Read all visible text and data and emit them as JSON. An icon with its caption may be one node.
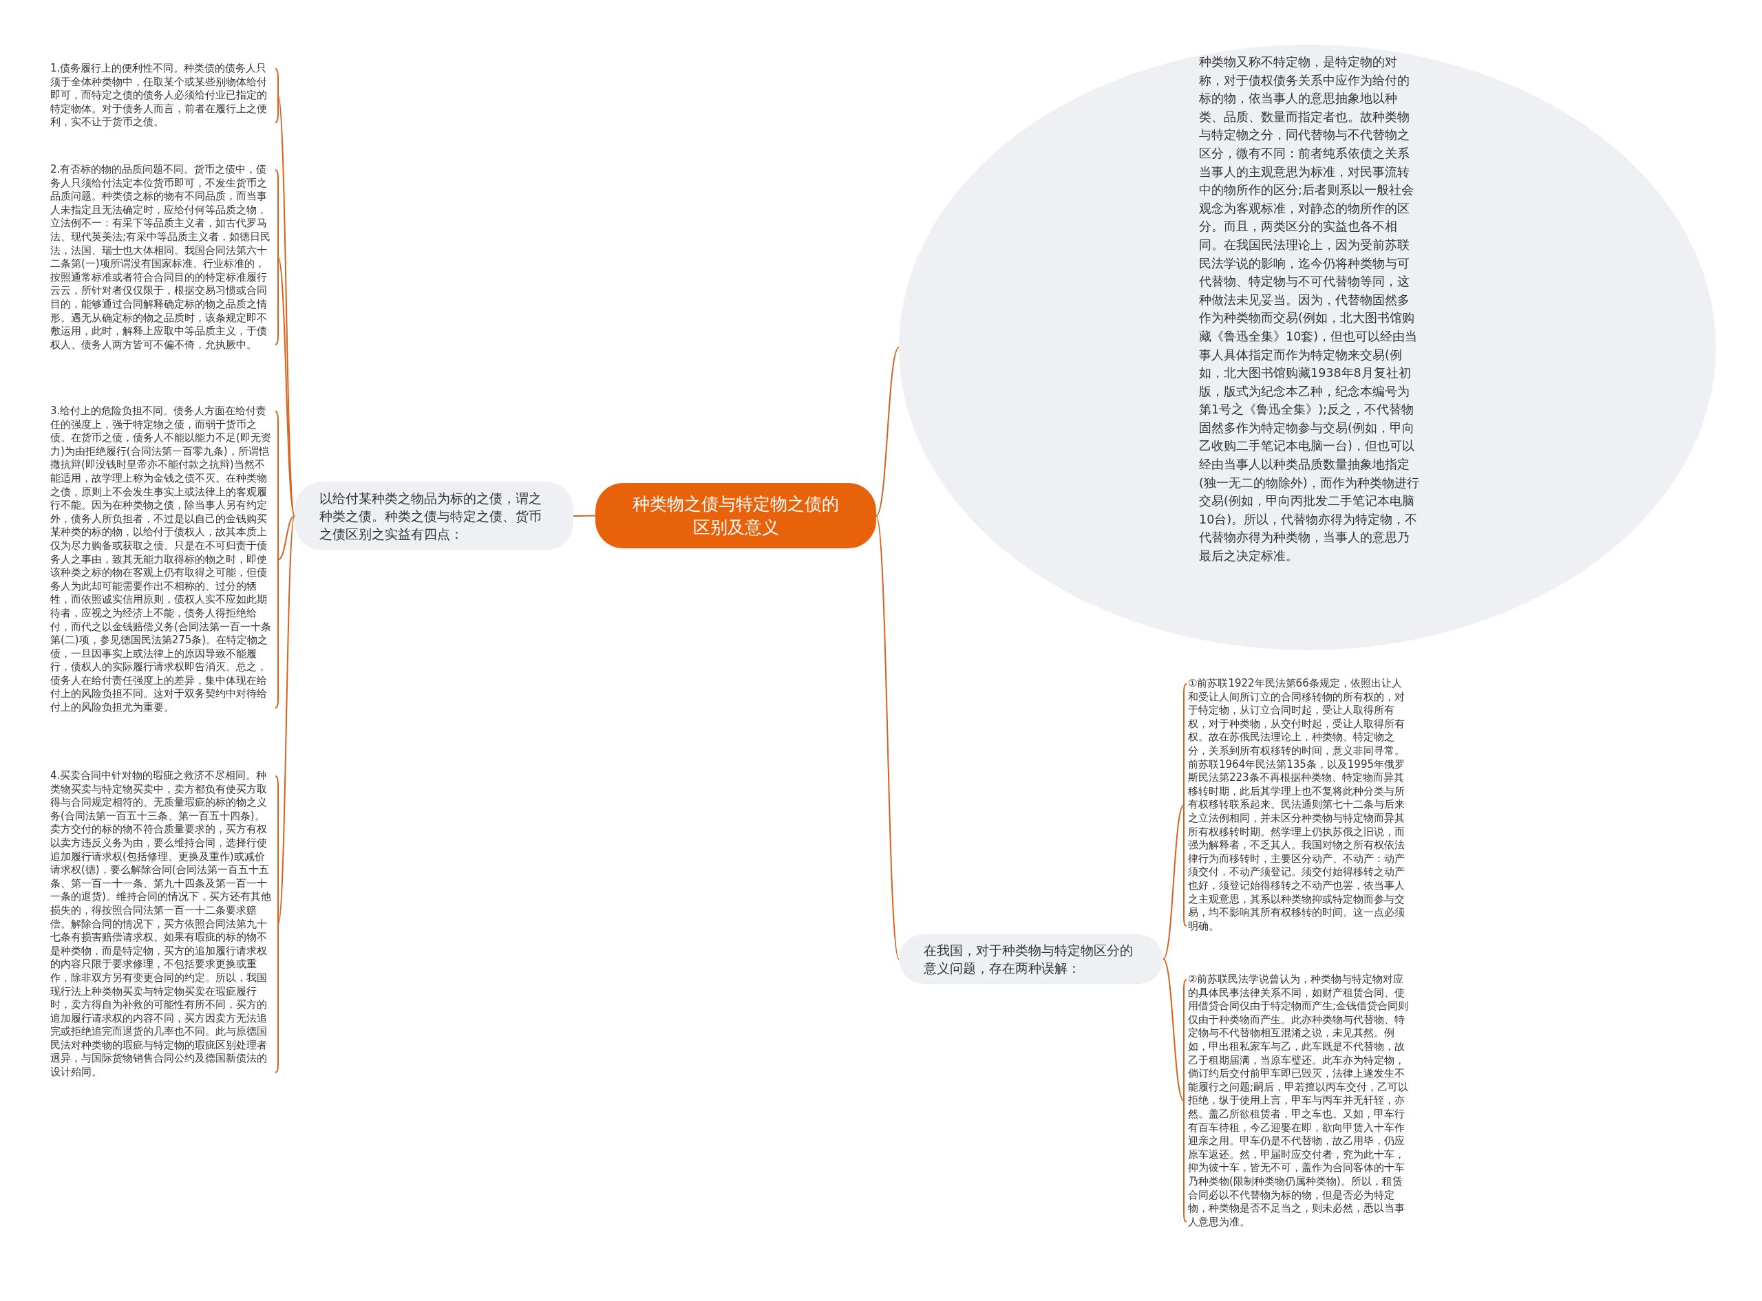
{
  "diagram": {
    "nodes": [
      {
        "text": [
          "种类物之债与特定物之债的区别及意义"
        ]
      },
      {
        "text": [
          "以给付某种类之物品为标的之债，谓之种类之债。种类之债与特定之债、货币之债区别之实益有四点："
        ]
      },
      {
        "text": [
          "1.债务履行上的便利性不同。种类债的债务人只须于全体种类物中，任取某个或某些别物体给付即可，而特定之债的债务人必须给付业已指定的特定物体。对于债务人而言，前者在履行上之便利，实不让于货币之债。"
        ]
      },
      {
        "text": [
          "2.有否标的物的品质问题不同。货币之债中，债务人只须给付法定本位货币即可，不发生货币之品质问题。种类债之标的物有不同品质，而当事人未指定且无法确定时，应给付何等品质之物，立法例不一：有采下等品质主义者，如古代罗马法、现代英美法;有采中等品质主义者，如德日民法，法国、瑞士也大体相同。我国合同法第六十二条第(一)项所谓没有国家标准、行业标准的，按照通常标准或者符合合同目的的特定标准履行云云，所针对者仅仅限于，根据交易习惯或合同目的，能够通过合同解释确定标的物之品质之情形。遇无从确定标的物之品质时，该条规定即不敷运用，此时，解释上应取中等品质主义，于债权人、债务人两方皆可不偏不倚，允执厥中。"
        ]
      },
      {
        "text": [
          "3.给付上的危险负担不同。债务人方面在给付责任的强度上，强于特定物之债，而弱于货币之债。在货币之债，债务人不能以能力不足(即无资力)为由拒绝履行(合同法第一百零九条)，所谓恺撒抗辩(即没钱时皇帝亦不能付款之抗辩)当然不能适用，故学理上称为金钱之债不灭。在种类物之债，原则上不会发生事实上或法律上的客观履行不能。因为在种类物之债，除当事人另有约定外，债务人所负担者，不过是以自己的金钱购买某种类的标的物，以给付于债权人，故其本质上仅为尽力购备或获取之债。只是在不可归责于债务人之事由，致其无能力取得标的物之时，即使该种类之标的物在客观上仍有取得之可能，但债务人为此却可能需要作出不相称的、过分的牺牲，而依照诚实信用原则，债权人实不应如此期待者，应视之为经济上不能，债务人得拒绝给付，而代之以金钱赔偿义务(合同法第一百一十条第(二)项，参见德国民法第275条)。在特定物之债，一旦因事实上或法律上的原因导致不能履行，债权人的实际履行请求权即告消灭。总之，债务人在给付责任强度上的差异，集中体现在给付上的风险负担不同。这对于双务契约中对待给付上的风险负担尤为重要。"
        ]
      },
      {
        "text": [
          "4.买卖合同中针对物的瑕疵之救济不尽相同。种类物买卖与特定物买卖中，卖方都负有使买方取得与合同规定相符的、无质量瑕疵的标的物之义务(合同法第一百五十三条、第一百五十四条)。卖方交付的标的物不符合质量要求的，买方有权以卖方违反义务为由，要么维持合同，选择行使追加履行请求权(包括修理、更换及重作)或减价请求权(德)，要么解除合同(合同法第一百五十五条、第一百一十一条、第九十四条及第一百一十一条的退货)。维持合同的情况下，买方还有其他损失的，得按照合同法第一百一十二条要求赔偿。解除合同的情况下，买方依照合同法第九十七条有损害赔偿请求权。如果有瑕疵的标的物不是种类物，而是特定物，买方的追加履行请求权的内容只限于要求修理，不包括要求更换或重作，除非双方另有变更合同的约定。所以，我国现行法上种类物买卖与特定物买卖在瑕疵履行时，卖方得自为补救的可能性有所不同，买方的追加履行请求权的内容不同，买方因卖方无法追完或拒绝追完而退货的几率也不同。此与原德国民法对种类物的瑕疵与特定物的瑕疵区别处理者迥异，与国际货物销售合同公约及德国新债法的设计殆同。"
        ]
      },
      {
        "text": [
          "种类物又称不特定物，是特定物的对称，对于债权债务关系中应作为给付的标的物，依当事人的意思抽象地以种类、品质、数量而指定者也。故种类物与特定物之分，同代替物与不代替物之区分，微有不同：前者纯系依债之关系当事人的主观意思为标准，对民事流转中的物所作的区分;后者则系以一般社会观念为客观标准，对静态的物所作的区分。而且，两类区分的实益也各不相同。在我国民法理论上，因为受前苏联民法学说的影响，迄今仍将种类物与可代替物、特定物与不可代替物等同，这种做法未见妥当。因为，代替物固然多作为种类物而交易(例如，北大图书馆购藏《鲁迅全集》10套)，但也可以经由当事人具体指定而作为特定物来交易(例如，北大图书馆购藏1938年8月复社初版，版式为纪念本乙种，纪念本编号为第1号之《鲁迅全集》);反之，不代替物固然多作为特定物参与交易(例如，甲向乙收购二手笔记本电脑一台)，但也可以经由当事人以种类品质数量抽象地指定(独一无二的物除外)，而作为种类物进行交易(例如，甲向丙批发二手笔记本电脑10台)。所以，代替物亦得为特定物，不代替物亦得为种类物，当事人的意思乃最后之决定标准。"
        ]
      },
      {
        "text": [
          "在我国，对于种类物与特定物区分的意义问题，存在两种误解："
        ]
      },
      {
        "text": [
          "①前苏联1922年民法第66条规定，依照出让人和受让人间所订立的合同移转物的所有权的，对于特定物，从订立合同时起，受让人取得所有权，对于种类物，从交付时起，受让人取得所有权。故在苏俄民法理论上，种类物、特定物之分，关系到所有权移转的时间，意义非同寻常。前苏联1964年民法第135条，以及1995年俄罗斯民法第223条不再根据种类物、特定物而异其移转时期，此后其学理上也不复将此种分类与所有权移转联系起来。民法通则第七十二条与后来之立法例相同，并未区分种类物与特定物而异其所有权移转时期。然学理上仍执苏俄之旧说，而强为解释者，不乏其人。我国对物之所有权依法律行为而移转时，主要区分动产、不动产：动产须交付，不动产须登记。须交付始得移转之动产也好，须登记始得移转之不动产也罢，依当事人之主观意思，其系以种类物抑或特定物而参与交易，均不影响其所有权移转的时间。这一点必须明确。"
        ]
      },
      {
        "text": [
          "②前苏联民法学说曾认为，种类物与特定物对应的具体民事法律关系不同，如财产租赁合同、使用借贷合同仅由于特定物而产生;金钱借贷合同则仅由于种类物而产生。此亦种类物与代替物、特定物与不代替物相互混淆之说，未见其然。例如，甲出租私家车与乙，此车既是不代替物，故乙于租期届满，当原车璧还。此车亦为特定物，倘订约后交付前甲车即已毁灭，法律上遂发生不能履行之问题;嗣后，甲若擅以丙车交付，乙可以拒绝，纵于使用上言，甲车与丙车并无轩轾，亦然。盖乙所欲租赁者，甲之车也。又如，甲车行有百车待租，今乙迎娶在即，欲向甲赁入十车作迎亲之用。甲车仍是不代替物，故乙用毕，仍应原车返还。然，甲届时应交付者，究为此十车，抑为彼十车，皆无不可，盖作为合同客体的十车乃种类物(限制种类物仍属种类物)。所以，租赁合同必以不代替物为标的物，但是否必为特定物，种类物是否不足当之，则未必然，悉以当事人意思为准。"
        ]
      }
    ],
    "edges": [
      {
        "from": 0,
        "to": 1,
        "arrow": "none"
      },
      {
        "from": 1,
        "to": 2,
        "arrow": "none"
      },
      {
        "from": 1,
        "to": 3,
        "arrow": "none"
      },
      {
        "from": 1,
        "to": 4,
        "arrow": "none"
      },
      {
        "from": 1,
        "to": 5,
        "arrow": "none"
      },
      {
        "from": 0,
        "to": 6,
        "arrow": "none"
      },
      {
        "from": 0,
        "to": 7,
        "arrow": "none"
      },
      {
        "from": 7,
        "to": 8,
        "arrow": "none"
      },
      {
        "from": 7,
        "to": 9,
        "arrow": "none"
      }
    ]
  }
}
